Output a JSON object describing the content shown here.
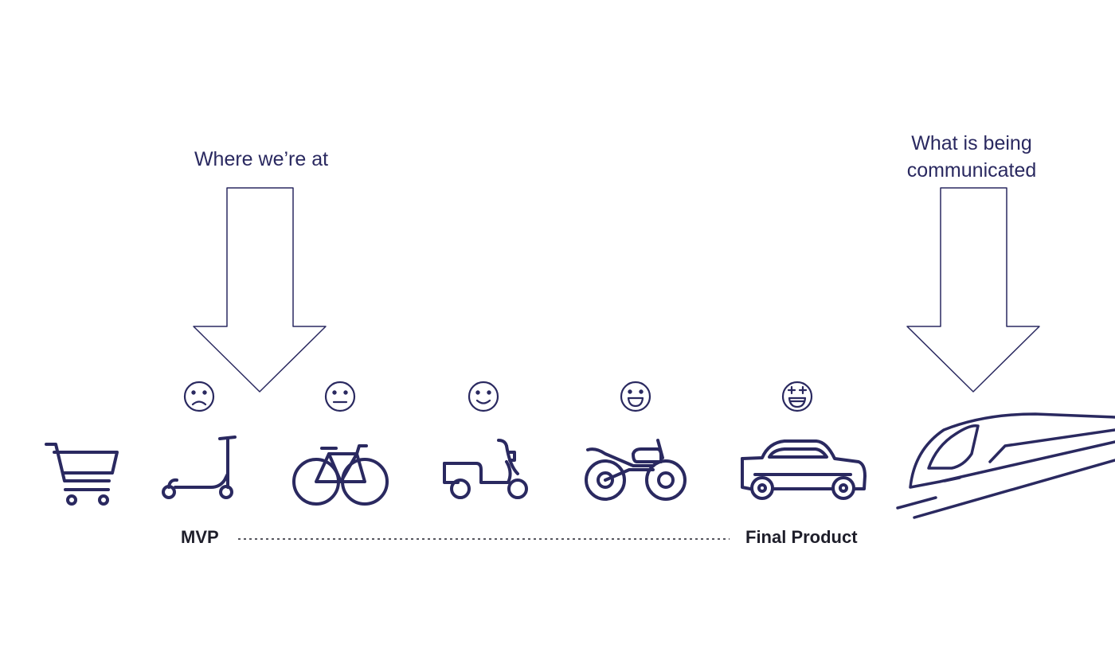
{
  "labels": {
    "current_position": "Where we’re at",
    "communicated": "What is being\ncommunicated",
    "start": "MVP",
    "end": "Final Product"
  },
  "stages": [
    {
      "name": "shopping-cart",
      "face": null
    },
    {
      "name": "kick-scooter",
      "face": "sad"
    },
    {
      "name": "bicycle",
      "face": "neutral"
    },
    {
      "name": "motor-scooter",
      "face": "slight-smile"
    },
    {
      "name": "motorcycle",
      "face": "grin"
    },
    {
      "name": "car",
      "face": "star-struck"
    },
    {
      "name": "bullet-train",
      "face": null
    }
  ],
  "colors": {
    "ink": "#2a2960",
    "text": "#1e1e2a"
  }
}
